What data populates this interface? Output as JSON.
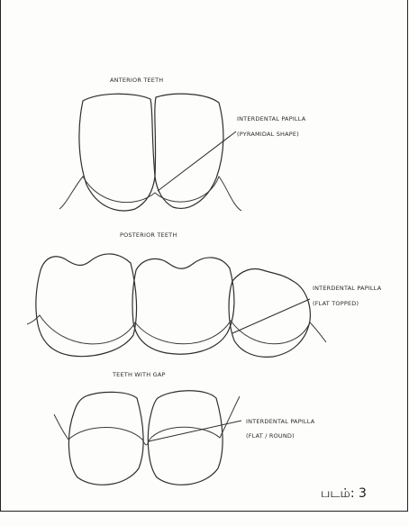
{
  "figure": {
    "caption": "படம்:  3",
    "sections": [
      {
        "heading": "ANTERIOR TEETH",
        "callout_line1": "INTERDENTAL PAPILLA",
        "callout_line2": "(PYRAMIDAL SHAPE)"
      },
      {
        "heading": "POSTERIOR TEETH",
        "callout_line1": "INTERDENTAL PAPILLA",
        "callout_line2": "(FLAT TOPPED)"
      },
      {
        "heading": "TEETH WITH GAP",
        "callout_line1": "INTERDENTAL PAPILLA",
        "callout_line2": "(FLAT / ROUND)"
      }
    ]
  }
}
